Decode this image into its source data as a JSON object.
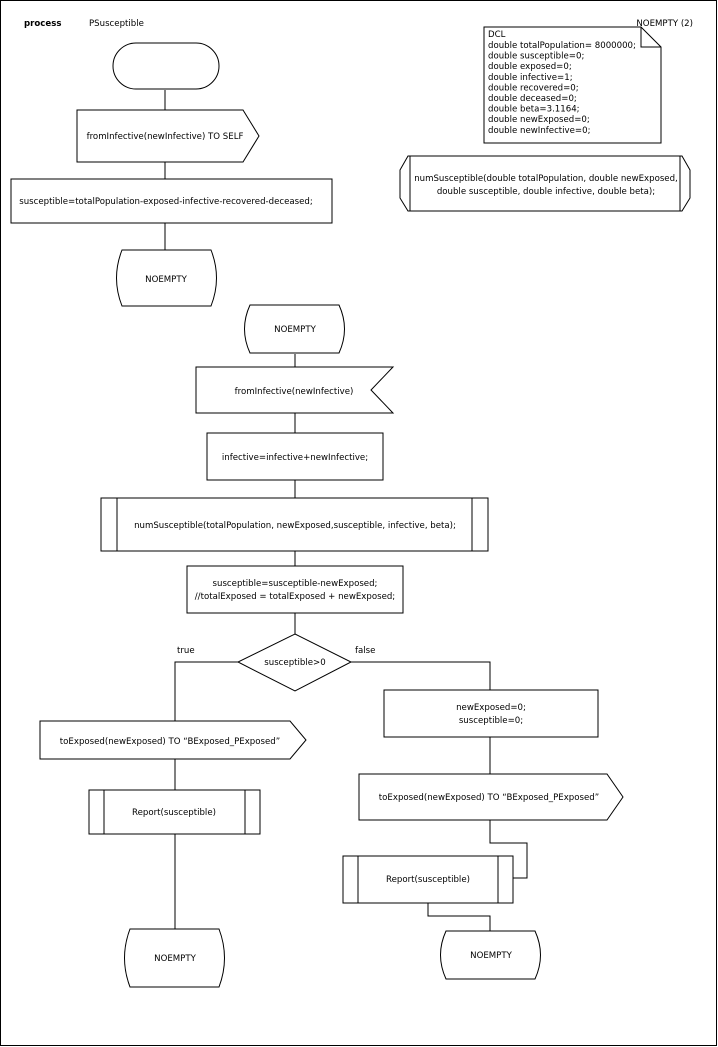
{
  "header": {
    "keyword": "process",
    "process_name": "PSusceptible",
    "page_ref": "NOEMPTY (2)"
  },
  "declarations": {
    "title": "DCL",
    "lines": [
      "double totalPopulation= 8000000;",
      "double susceptible=0;",
      "double exposed=0;",
      "double infective=1;",
      "double recovered=0;",
      "double deceased=0;",
      "double beta=3.1164;",
      "double newExposed=0;",
      "double newInfective=0;"
    ]
  },
  "procedure_decl": {
    "line1": "numSusceptible(double totalPopulation, double newExposed,",
    "line2": "double susceptible, double infective, double beta);"
  },
  "start_block": {
    "output_signal": "fromInfective(newInfective) TO SELF",
    "task": "susceptible=totalPopulation-exposed-infective-recovered-deceased;",
    "next_state": "NOEMPTY"
  },
  "state_block": {
    "state": "NOEMPTY",
    "input_signal": "fromInfective(newInfective)",
    "task1": "infective=infective+newInfective;",
    "procedure_call": "numSusceptible(totalPopulation, newExposed,susceptible, infective, beta);",
    "task2_line1": "susceptible=susceptible-newExposed;",
    "task2_line2": "//totalExposed = totalExposed + newExposed;",
    "decision": "susceptible>0"
  },
  "true_branch": {
    "label": "true",
    "output_signal": "toExposed(newExposed) TO “BExposed_PExposed”",
    "procedure": "Report(susceptible)",
    "next_state": "NOEMPTY"
  },
  "false_branch": {
    "label": "false",
    "task_line1": "newExposed=0;",
    "task_line2": "susceptible=0;",
    "output_signal": "toExposed(newExposed) TO “BExposed_PExposed”",
    "procedure": "Report(susceptible)",
    "next_state": "NOEMPTY"
  }
}
